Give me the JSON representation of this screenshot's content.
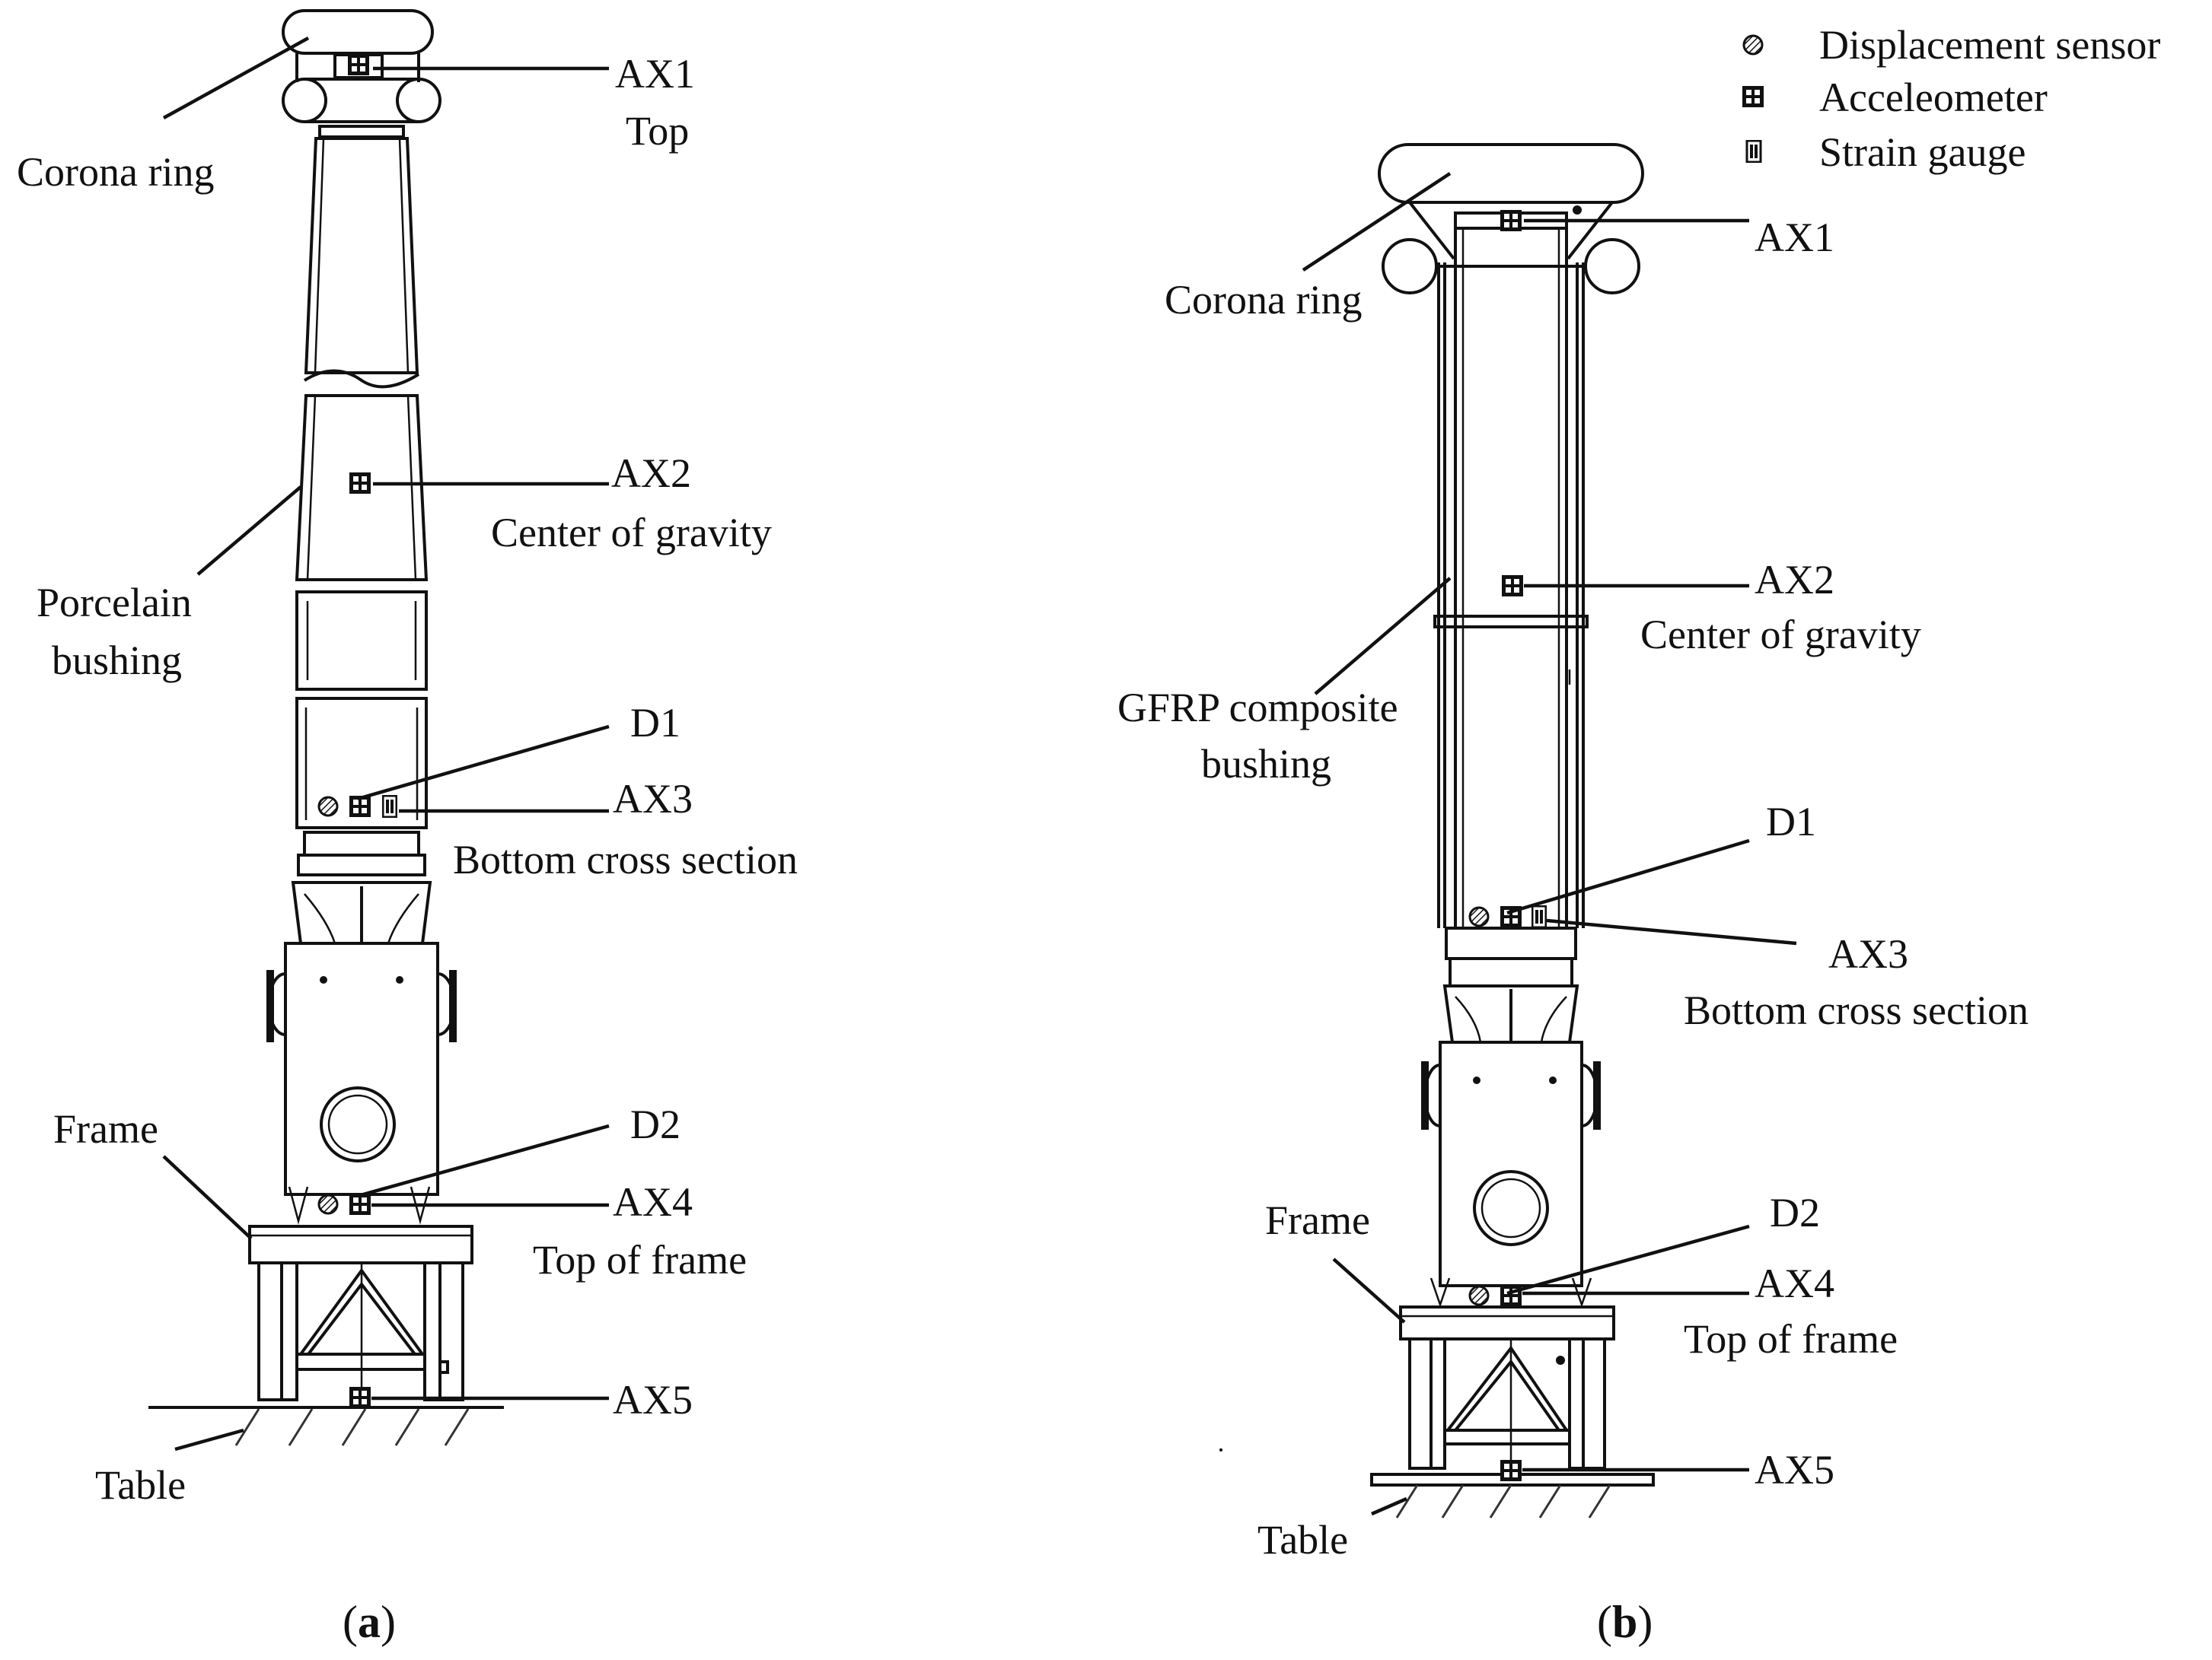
{
  "legend": {
    "displacement_sensor": "Displacement sensor",
    "accelerometer": "Acceleometer",
    "strain_gauge": "Strain gauge"
  },
  "panel_a": {
    "caption_open": "(",
    "caption_letter": "a",
    "caption_close": ")",
    "corona_ring": "Corona ring",
    "ax1": "AX1",
    "ax1_desc": "Top",
    "ax2": "AX2",
    "ax2_desc": "Center of gravity",
    "bushing_line1": "Porcelain",
    "bushing_line2": "bushing",
    "d1": "D1",
    "ax3": "AX3",
    "ax3_desc": "Bottom cross section",
    "frame": "Frame",
    "d2": "D2",
    "ax4": "AX4",
    "ax4_desc": "Top of frame",
    "ax5": "AX5",
    "table": "Table"
  },
  "panel_b": {
    "caption_open": "(",
    "caption_letter": "b",
    "caption_close": ")",
    "corona_ring": "Corona ring",
    "ax1": "AX1",
    "ax2": "AX2",
    "ax2_desc": "Center of gravity",
    "bushing_line1": "GFRP composite",
    "bushing_line2": "bushing",
    "d1": "D1",
    "ax3": "AX3",
    "ax3_desc": "Bottom cross section",
    "frame": "Frame",
    "d2": "D2",
    "ax4": "AX4",
    "ax4_desc": "Top of frame",
    "ax5": "AX5",
    "table": "Table"
  },
  "icons": {
    "displacement_sensor": "hatched-circle-icon",
    "accelerometer": "grid-square-icon",
    "strain_gauge": "split-rectangle-icon"
  }
}
